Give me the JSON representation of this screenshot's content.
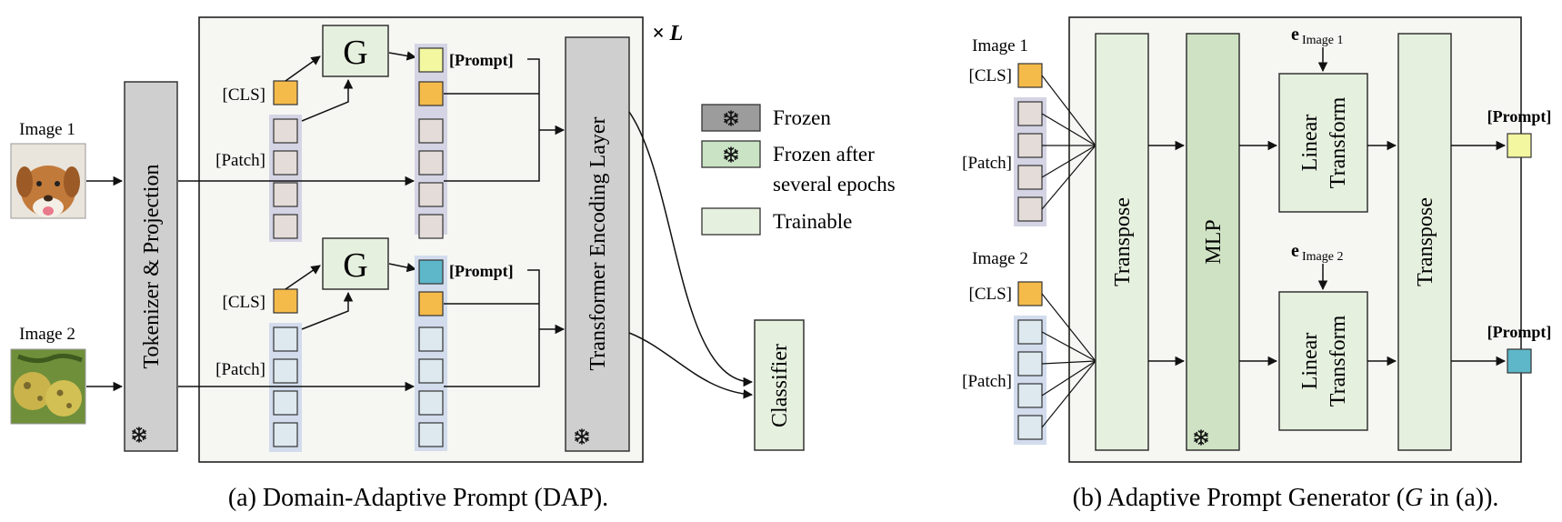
{
  "panel_a": {
    "caption": "(a) Domain-Adaptive Prompt (DAP).",
    "image1_label": "Image 1",
    "image2_label": "Image 2",
    "tokenizer_label": "Tokenizer & Projection",
    "generator_label": "G",
    "cls_label": "[CLS]",
    "patch_label": "[Patch]",
    "prompt_label": "[Prompt]",
    "encoder_label": "Transformer Encoding Layer",
    "repeat_label": "× L",
    "classifier_label": "Classifier"
  },
  "legend": {
    "items": [
      {
        "label": "Frozen",
        "color": "#9c9c9c"
      },
      {
        "label_line1": "Frozen after",
        "label_line2": "several epochs",
        "color": "#c9e3c4"
      },
      {
        "label": "Trainable",
        "color": "#e6f0df"
      }
    ]
  },
  "panel_b": {
    "caption_prefix": "(b) Adaptive Prompt Generator (",
    "caption_g": "G",
    "caption_suffix": " in (a)).",
    "image1_label": "Image 1",
    "image2_label": "Image 2",
    "cls_label": "[CLS]",
    "patch_label": "[Patch]",
    "transpose_label": "Transpose",
    "mlp_label": "MLP",
    "linear_line1": "Linear",
    "linear_line2": "Transform",
    "e_symbol": "e",
    "e_image1_sub": "Image 1",
    "e_image2_sub": "Image 2",
    "prompt_label": "[Prompt]"
  },
  "colors": {
    "cls_token": "#f5bb4a",
    "prompt_token_1": "#f3f7a0",
    "prompt_token_2": "#5eb7c9",
    "patch_token_1": "#e4dcd8",
    "patch_token_2": "#dde9ee",
    "stack_bg_1": "#d4d4e4",
    "stack_bg_2": "#d2dced",
    "frozen": "#cfcfcf",
    "trainable": "#e6f0df",
    "mlp": "#cfe3c4"
  },
  "icons": [
    "snowflake-icon",
    "dog-image",
    "fruit-image"
  ]
}
